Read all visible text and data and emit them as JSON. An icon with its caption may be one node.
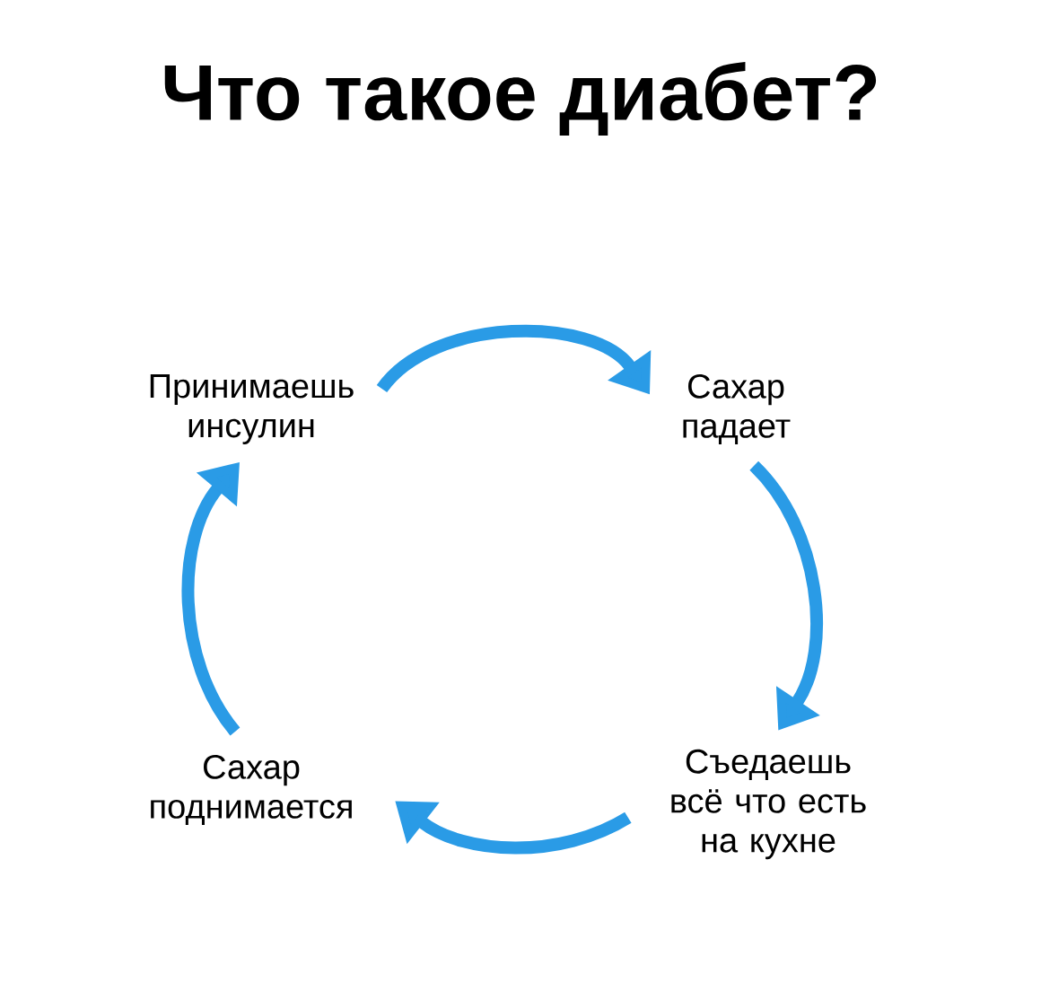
{
  "diagram": {
    "title": "Что такое диабет?",
    "nodes": [
      {
        "text": [
          "Принимаешь инсулин"
        ]
      },
      {
        "text": [
          "Сахар падает"
        ]
      },
      {
        "text": [
          "Съедаешь всё что есть на кухне"
        ]
      },
      {
        "text": [
          "Сахар поднимается"
        ]
      }
    ],
    "edges": [
      {
        "from": 0,
        "to": 1,
        "arrow": "to"
      },
      {
        "from": 1,
        "to": 2,
        "arrow": "to"
      },
      {
        "from": 2,
        "to": 3,
        "arrow": "to"
      },
      {
        "from": 3,
        "to": 0,
        "arrow": "to"
      }
    ]
  }
}
